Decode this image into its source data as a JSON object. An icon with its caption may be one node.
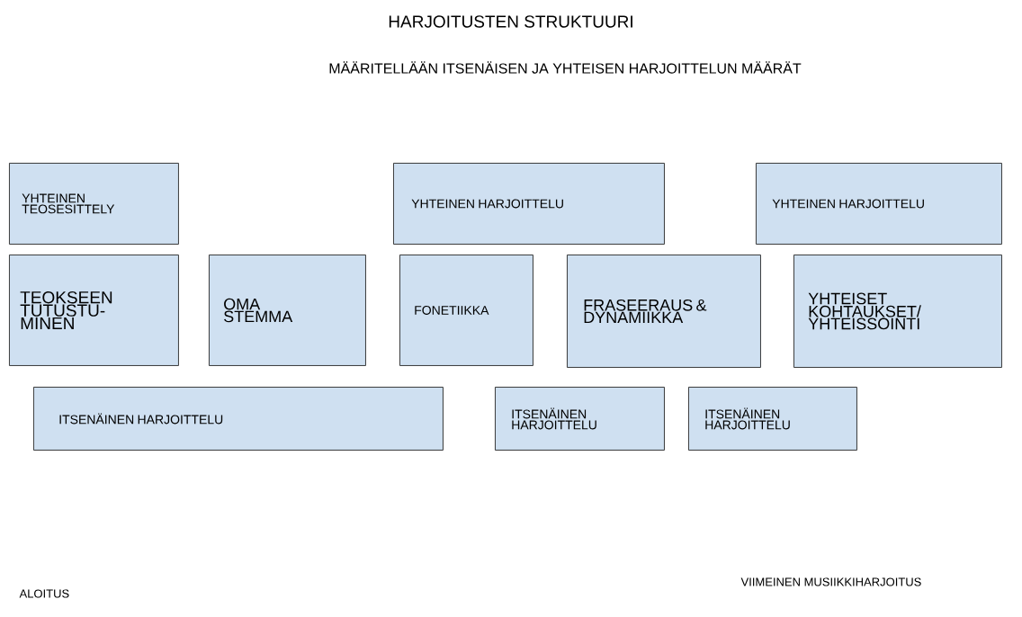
{
  "diagram": {
    "title": "HARJOITUSTEN STRUKTUURI",
    "nodes": [
      {
        "text": [
          "YHTEINEN TEOSESITTELY"
        ]
      },
      {
        "text": [
          "YHTEINEN HARJOITTELU"
        ]
      },
      {
        "text": [
          "YHTEINEN HARJOITTELU"
        ]
      },
      {
        "text": [
          "TEOKSEEN TUTUSTU- MINEN"
        ]
      },
      {
        "text": [
          "OMA STEMMA"
        ]
      },
      {
        "text": [
          "FONETIIKKA"
        ]
      },
      {
        "text": [
          "FRASEERAUS & DYNAMIIKKA"
        ]
      },
      {
        "text": [
          "YHTEISET KOHTAUKSET/ YHTEISSOINTI"
        ]
      },
      {
        "text": [
          "ITSENÄINEN HARJOITTELU"
        ]
      },
      {
        "text": [
          "ITSENÄINEN HARJOITTELU"
        ]
      },
      {
        "text": [
          "ITSENÄINEN HARJOITTELU"
        ]
      }
    ],
    "labels": [
      "MÄÄRITELLÄÄN ITSENÄISEN JA YHTEISEN HARJOITTELUN MÄÄRÄT",
      "ALOITUS",
      "VIIMEINEN MUSIIKKIHARJOITUS"
    ]
  }
}
